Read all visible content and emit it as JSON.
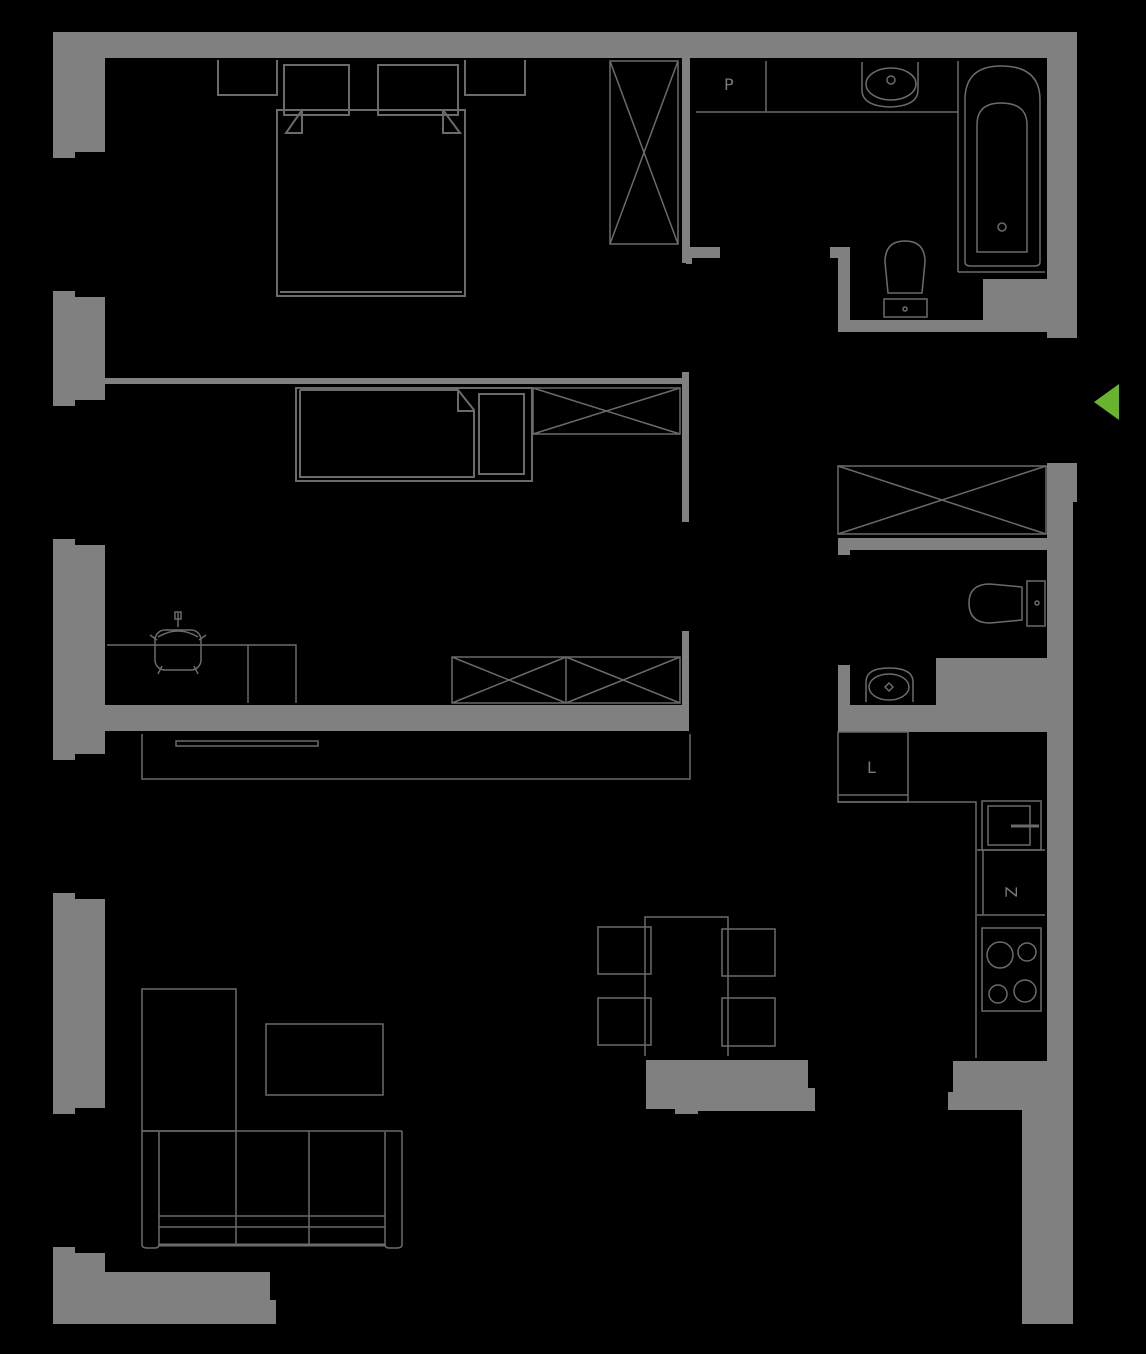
{
  "plan": {
    "type": "apartment-floor-plan",
    "background_color": "#000000",
    "wall_color": "#808080",
    "furniture_line_color": "#6b6b6b",
    "entrance_marker_color": "#6ab42d"
  },
  "labels": {
    "bathroom_cabinet": "P",
    "kitchen_fridge": "L",
    "kitchen_dishwasher": "Z"
  },
  "icons": {
    "entrance": "entrance-arrow-icon"
  },
  "rooms": [
    {
      "id": "bedroom",
      "furniture": [
        "double-bed",
        "nightstand",
        "nightstand",
        "wardrobe"
      ]
    },
    {
      "id": "bathroom",
      "furniture": [
        "cabinet-P",
        "sink",
        "bathtub",
        "toilet"
      ]
    },
    {
      "id": "kids-room",
      "furniture": [
        "single-bed",
        "wardrobe",
        "desk",
        "office-chair",
        "wardrobe-double"
      ]
    },
    {
      "id": "hall",
      "furniture": [
        "wardrobe"
      ]
    },
    {
      "id": "wc",
      "furniture": [
        "toilet",
        "sink"
      ]
    },
    {
      "id": "kitchen",
      "furniture": [
        "fridge-L",
        "sink",
        "dishwasher-Z",
        "cooktop"
      ]
    },
    {
      "id": "living-room",
      "furniture": [
        "tv-console",
        "sofa",
        "coffee-table",
        "dining-table",
        "chair",
        "chair",
        "chair",
        "chair"
      ]
    }
  ]
}
